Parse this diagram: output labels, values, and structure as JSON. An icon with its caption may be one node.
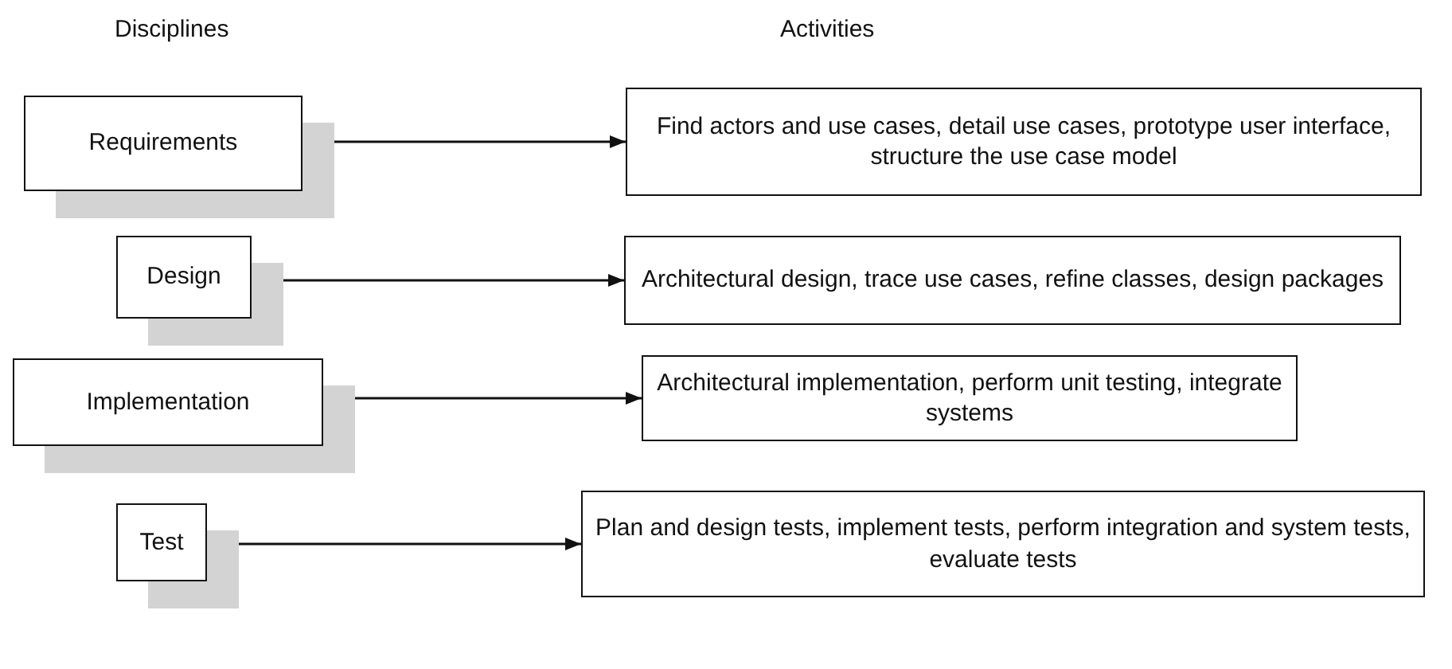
{
  "diagram": {
    "nodes": [
      {
        "text": [
          "Requirements"
        ]
      },
      {
        "text": [
          "Find actors and use cases, detail use cases, prototype user interface, structure the use case model"
        ]
      },
      {
        "text": [
          "Design"
        ]
      },
      {
        "text": [
          "Architectural design, trace use cases, refine classes, design packages"
        ]
      },
      {
        "text": [
          "Implementation"
        ]
      },
      {
        "text": [
          "Architectural implementation, perform unit testing, integrate systems"
        ]
      },
      {
        "text": [
          "Test"
        ]
      },
      {
        "text": [
          "Plan and design tests, implement tests, perform integration and system tests, evaluate tests"
        ]
      }
    ],
    "edges": [
      {
        "from": 0,
        "to": 1,
        "arrow": "to"
      },
      {
        "from": 2,
        "to": 3,
        "arrow": "to"
      },
      {
        "from": 4,
        "to": 5,
        "arrow": "to"
      },
      {
        "from": 6,
        "to": 7,
        "arrow": "to"
      }
    ],
    "labels": [
      "Disciplines",
      "Activities"
    ]
  }
}
